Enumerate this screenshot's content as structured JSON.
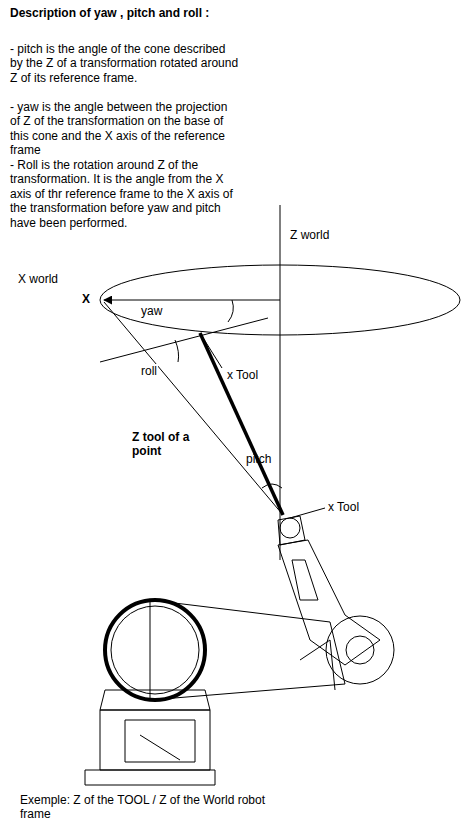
{
  "diagram": {
    "title": "Description of yaw , pitch and roll :",
    "caption": "Exemple: Z of the TOOL / Z of the World robot frame",
    "labels": [
      "- pitch is the angle of the cone described by the Z of a transformation rotated around Z of its reference frame.",
      "- yaw is the angle between the projection of Z of the transformation on the base of this cone and the X axis of the reference frame",
      "- Roll is the rotation around Z of the transformation. It is the angle from the X axis of thr reference frame to the X axis of the transformation before yaw and pitch have been performed.",
      "Z world",
      "X world",
      "X",
      "yaw",
      "roll",
      "x Tool",
      "Z tool of a point",
      "pitch",
      "x Tool"
    ]
  }
}
